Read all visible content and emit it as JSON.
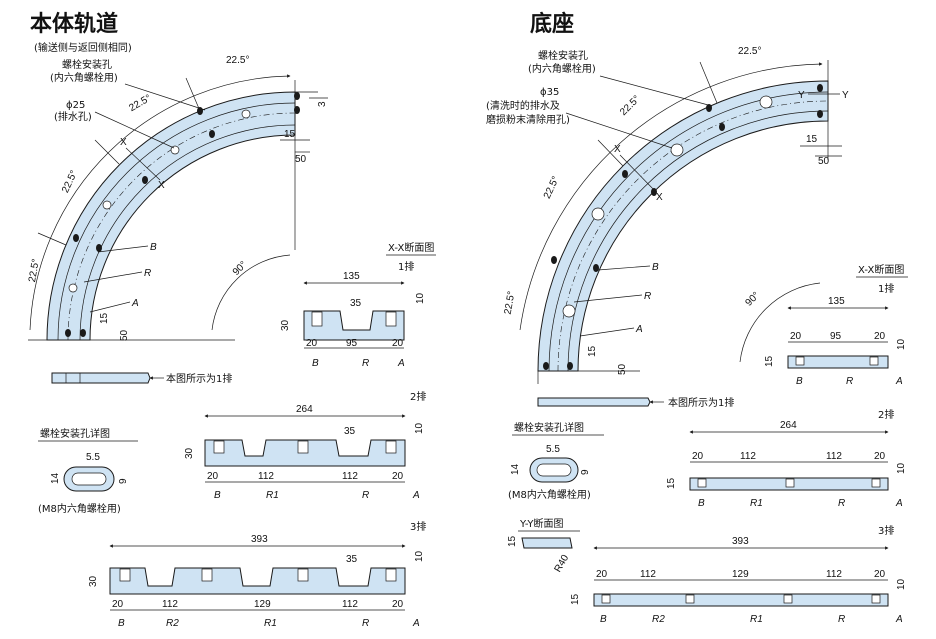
{
  "left": {
    "title": "本体轨道",
    "subtitle": "(输送侧与返回侧相同)",
    "bolt_hole_label": [
      "螺栓安装孔",
      "(内六角螺栓用)"
    ],
    "drain_label": [
      "ϕ25",
      "(排水孔)"
    ],
    "arc_angles": [
      "22.5°",
      "22.5°",
      "22.5°",
      "22.5°"
    ],
    "right_angle": "90°",
    "section_marker": "X",
    "radius_labels": [
      "B",
      "R",
      "A"
    ],
    "dims": {
      "d3": "3",
      "d15_top": "15",
      "d50_top": "50",
      "d15_bot": "15",
      "d50_bot": "50"
    },
    "flat_note": "本图所示为1排",
    "detail_title": "螺栓安装孔详图",
    "detail_dims": [
      "5.5",
      "14",
      "9"
    ],
    "detail_note": "(M8内六角螺栓用)",
    "sec_title": "X-X断面图",
    "row1": {
      "label": "1排",
      "total": "135",
      "slot": "35",
      "h": "10",
      "thk": "30",
      "segs": [
        "20",
        "95",
        "20"
      ],
      "marks": [
        "B",
        "R",
        "A"
      ]
    },
    "row2": {
      "label": "2排",
      "total": "264",
      "slot": "35",
      "h": "10",
      "thk": "30",
      "segs": [
        "20",
        "112",
        "112",
        "20"
      ],
      "marks": [
        "B",
        "R1",
        "R",
        "A"
      ]
    },
    "row3": {
      "label": "3排",
      "total": "393",
      "slot": "35",
      "h": "10",
      "thk": "30",
      "segs": [
        "20",
        "112",
        "129",
        "112",
        "20"
      ],
      "marks": [
        "B",
        "R2",
        "R1",
        "R",
        "A"
      ]
    }
  },
  "right": {
    "title": "底座",
    "bolt_hole_label": [
      "螺栓安装孔",
      "(内六角螺栓用)"
    ],
    "drain_label": [
      "ϕ35",
      "(清洗时的排水及",
      "磨损粉末清除用孔)"
    ],
    "arc_angles": [
      "22.5°",
      "22.5°",
      "22.5°"
    ],
    "right_angle": "90°",
    "section_markers": [
      "X",
      "Y"
    ],
    "radius_labels": [
      "B",
      "R",
      "A"
    ],
    "dims": {
      "d15_top": "15",
      "d50_top": "50",
      "d15_bot": "15",
      "d50_bot": "50"
    },
    "flat_note": "本图所示为1排",
    "detail_title": "螺栓安装孔详图",
    "detail_dims": [
      "5.5",
      "14",
      "9"
    ],
    "detail_note": "(M8内六角螺栓用)",
    "sec_title": "X-X断面图",
    "yy_title": "Y-Y断面图",
    "yy_dims": [
      "15",
      "R40"
    ],
    "row1": {
      "label": "1排",
      "total": "135",
      "h": "10",
      "thk": "15",
      "segs": [
        "20",
        "95",
        "20"
      ],
      "marks": [
        "B",
        "R",
        "A"
      ]
    },
    "row2": {
      "label": "2排",
      "total": "264",
      "h": "10",
      "thk": "15",
      "segs": [
        "20",
        "112",
        "112",
        "20"
      ],
      "marks": [
        "B",
        "R1",
        "R",
        "A"
      ]
    },
    "row3": {
      "label": "3排",
      "total": "393",
      "h": "10",
      "thk": "15",
      "segs": [
        "20",
        "112",
        "129",
        "112",
        "20"
      ],
      "marks": [
        "B",
        "R2",
        "R1",
        "R",
        "A"
      ]
    }
  }
}
